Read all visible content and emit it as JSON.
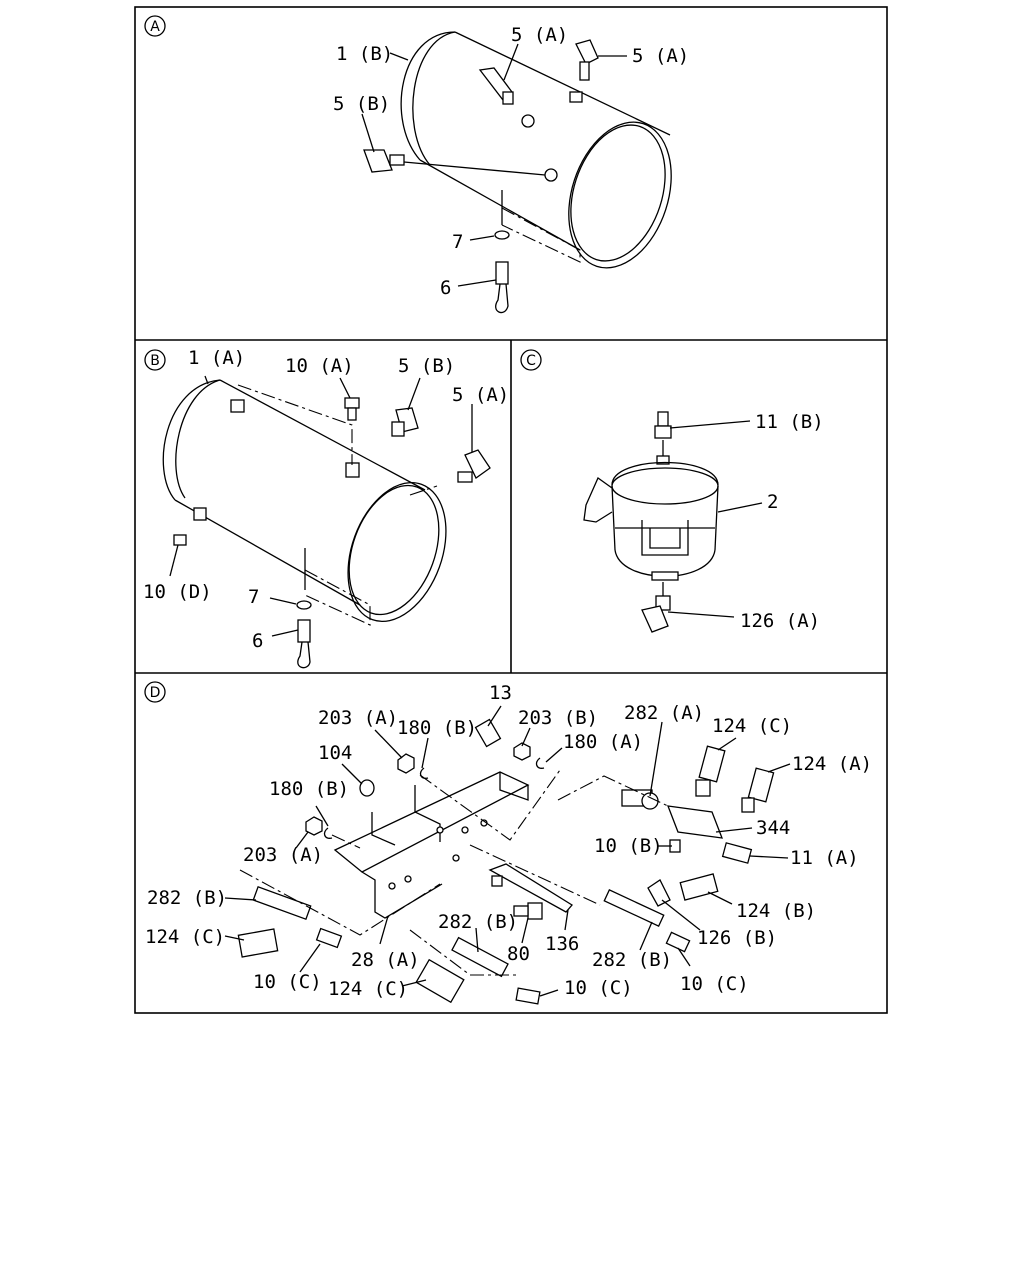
{
  "sections": {
    "A": {
      "marker": "A",
      "labels": {
        "tank": "1 (B)",
        "elbow_top": "5 (A)",
        "elbow_right": "5 (A)",
        "elbow_side": "5 (B)",
        "washer": "7",
        "drain_cock": "6"
      }
    },
    "B": {
      "marker": "B",
      "labels": {
        "tank": "1 (A)",
        "plug_top": "10 (A)",
        "elbow_b": "5 (B)",
        "elbow_a": "5 (A)",
        "plug_side": "10 (D)",
        "washer": "7",
        "drain_cock": "6"
      }
    },
    "C": {
      "marker": "C",
      "labels": {
        "connector_top": "11 (B)",
        "canister": "2",
        "elbow_bottom": "126 (A)"
      }
    },
    "D": {
      "marker": "D",
      "labels": {
        "nut_203a_top": "203 (A)",
        "washer_180b_top": "180 (B)",
        "spacer_13": "13",
        "nut_203b": "203 (B)",
        "washer_180a": "180 (A)",
        "fitting_282a": "282 (A)",
        "switch_124c_top": "124 (C)",
        "switch_124a": "124 (A)",
        "bushing_104": "104",
        "washer_180b_left": "180 (B)",
        "block_344": "344",
        "plug_10b": "10 (B)",
        "connector_11a": "11 (A)",
        "nut_203a_left": "203 (A)",
        "fitting_282b_left": "282 (B)",
        "switch_124b": "124 (B)",
        "elbow_126b": "126 (B)",
        "switch_124c_left": "124 (C)",
        "bolt_80": "80",
        "bracket_136": "136",
        "fitting_282b_mid": "282 (B)",
        "fitting_282b_right": "282 (B)",
        "bracket_28a": "28 (A)",
        "plug_10c_left": "10 (C)",
        "plug_10c_right": "10 (C)",
        "switch_124c_bottom": "124 (C)",
        "plug_10c_bottom": "10 (C)"
      }
    }
  }
}
